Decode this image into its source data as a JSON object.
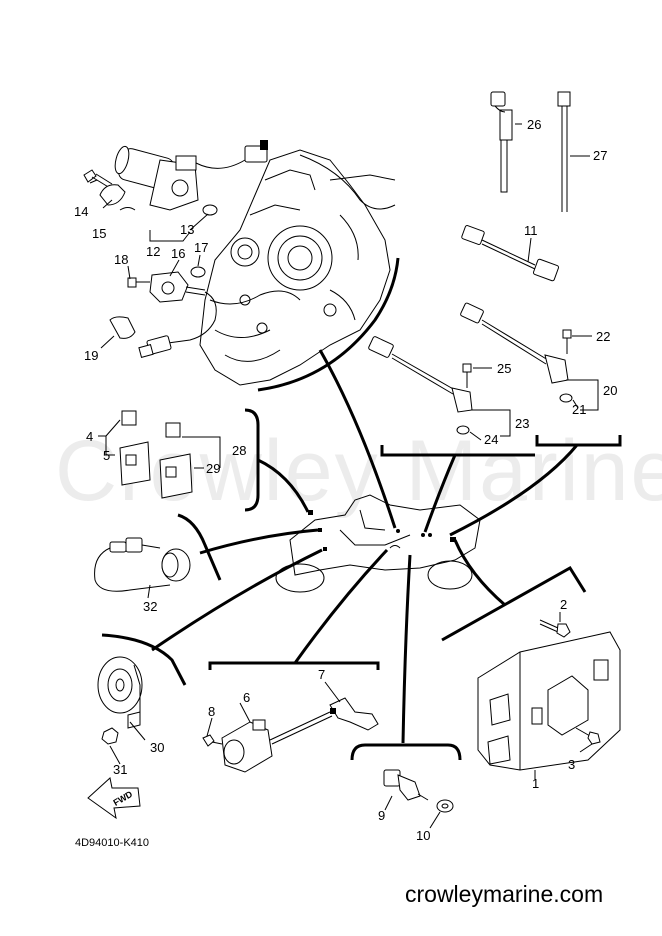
{
  "watermark": "Crowley Marine",
  "diagram_code": "4D94010-K410",
  "website": "crowleymarine.com",
  "forward_arrow_label": "FWD",
  "callouts": {
    "c1": "1",
    "c2": "2",
    "c3": "3",
    "c4": "4",
    "c5": "5",
    "c6": "6",
    "c7": "7",
    "c8": "8",
    "c9": "9",
    "c10": "10",
    "c11": "11",
    "c12": "12",
    "c13": "13",
    "c14": "14",
    "c15": "15",
    "c16": "16",
    "c17": "17",
    "c18": "18",
    "c19": "19",
    "c20": "20",
    "c21": "21",
    "c22": "22",
    "c23": "23",
    "c24": "24",
    "c25": "25",
    "c26": "26",
    "c27": "27",
    "c28": "28",
    "c29": "29",
    "c30": "30",
    "c31": "31",
    "c32": "32"
  }
}
